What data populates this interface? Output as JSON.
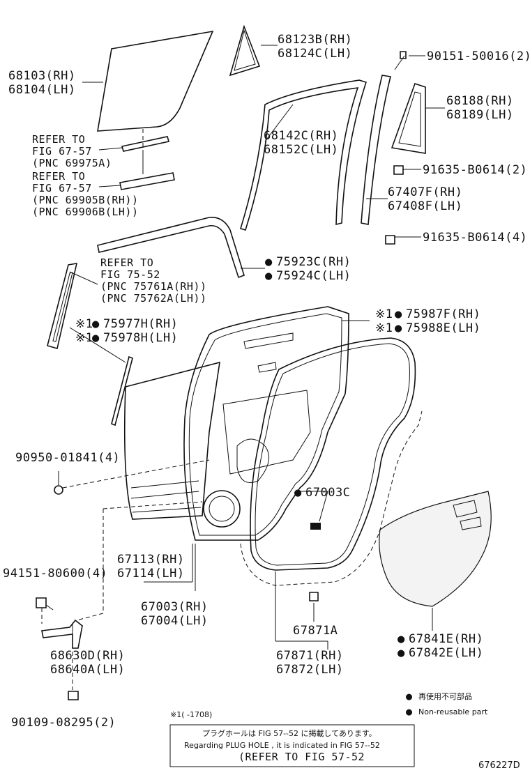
{
  "parts": {
    "p68103": "68103(RH)",
    "p68104": "68104(LH)",
    "p68123b": "68123B(RH)",
    "p68124c": "68124C(LH)",
    "p90151": "90151-50016(2)",
    "p68188": "68188(RH)",
    "p68189": "68189(LH)",
    "p68142c": "68142C(RH)",
    "p68152c": "68152C(LH)",
    "p91635a": "91635-B0614(2)",
    "p67407f": "67407F(RH)",
    "p67408f": "67408F(LH)",
    "p91635b": "91635-B0614(4)",
    "p75923c": "75923C(RH)",
    "p75924c": "75924C(LH)",
    "p75987f": "75987F(RH)",
    "p75988e": "75988E(LH)",
    "p75977h": "75977H(RH)",
    "p75978h": "75978H(LH)",
    "p90950": "90950-01841(4)",
    "p67003c": "67003C",
    "p94151": "94151-80600(4)",
    "p67113": "67113(RH)",
    "p67114": "67114(LH)",
    "p67003": "67003(RH)",
    "p67004": "67004(LH)",
    "p67871a": "67871A",
    "p67871": "67871(RH)",
    "p67872": "67872(LH)",
    "p68630d": "68630D(RH)",
    "p68640a": "68640A(LH)",
    "p67841e": "67841E(RH)",
    "p67842e": "67842E(LH)",
    "p90109": "90109-08295(2)"
  },
  "refs": {
    "r1_l1": "REFER TO",
    "r1_l2": "FIG 67-57",
    "r1_l3": "(PNC 69975A)",
    "r2_l1": "REFER TO",
    "r2_l2": "FIG 67-57",
    "r2_l3": "(PNC 69905B(RH))",
    "r2_l4": "(PNC 69906B(LH))",
    "r3_l1": "REFER TO",
    "r3_l2": "FIG 75-52",
    "r3_l3": "(PNC 75761A(RH))",
    "r3_l4": "(PNC 75762A(LH))"
  },
  "marks": {
    "kome1": "※1",
    "bullet": "●"
  },
  "legend": {
    "jp": "再使用不可部品",
    "en": "Non-reusable part",
    "range": "※1(      -1708)"
  },
  "note": {
    "jp": "プラグホールは FIG 57--52 に掲載してあります。",
    "en": "Regarding  PLUG  HOLE , it is indicated in  FIG  57--52",
    "ref": "(REFER TO FIG 57-52"
  },
  "figure_id": "676227D"
}
